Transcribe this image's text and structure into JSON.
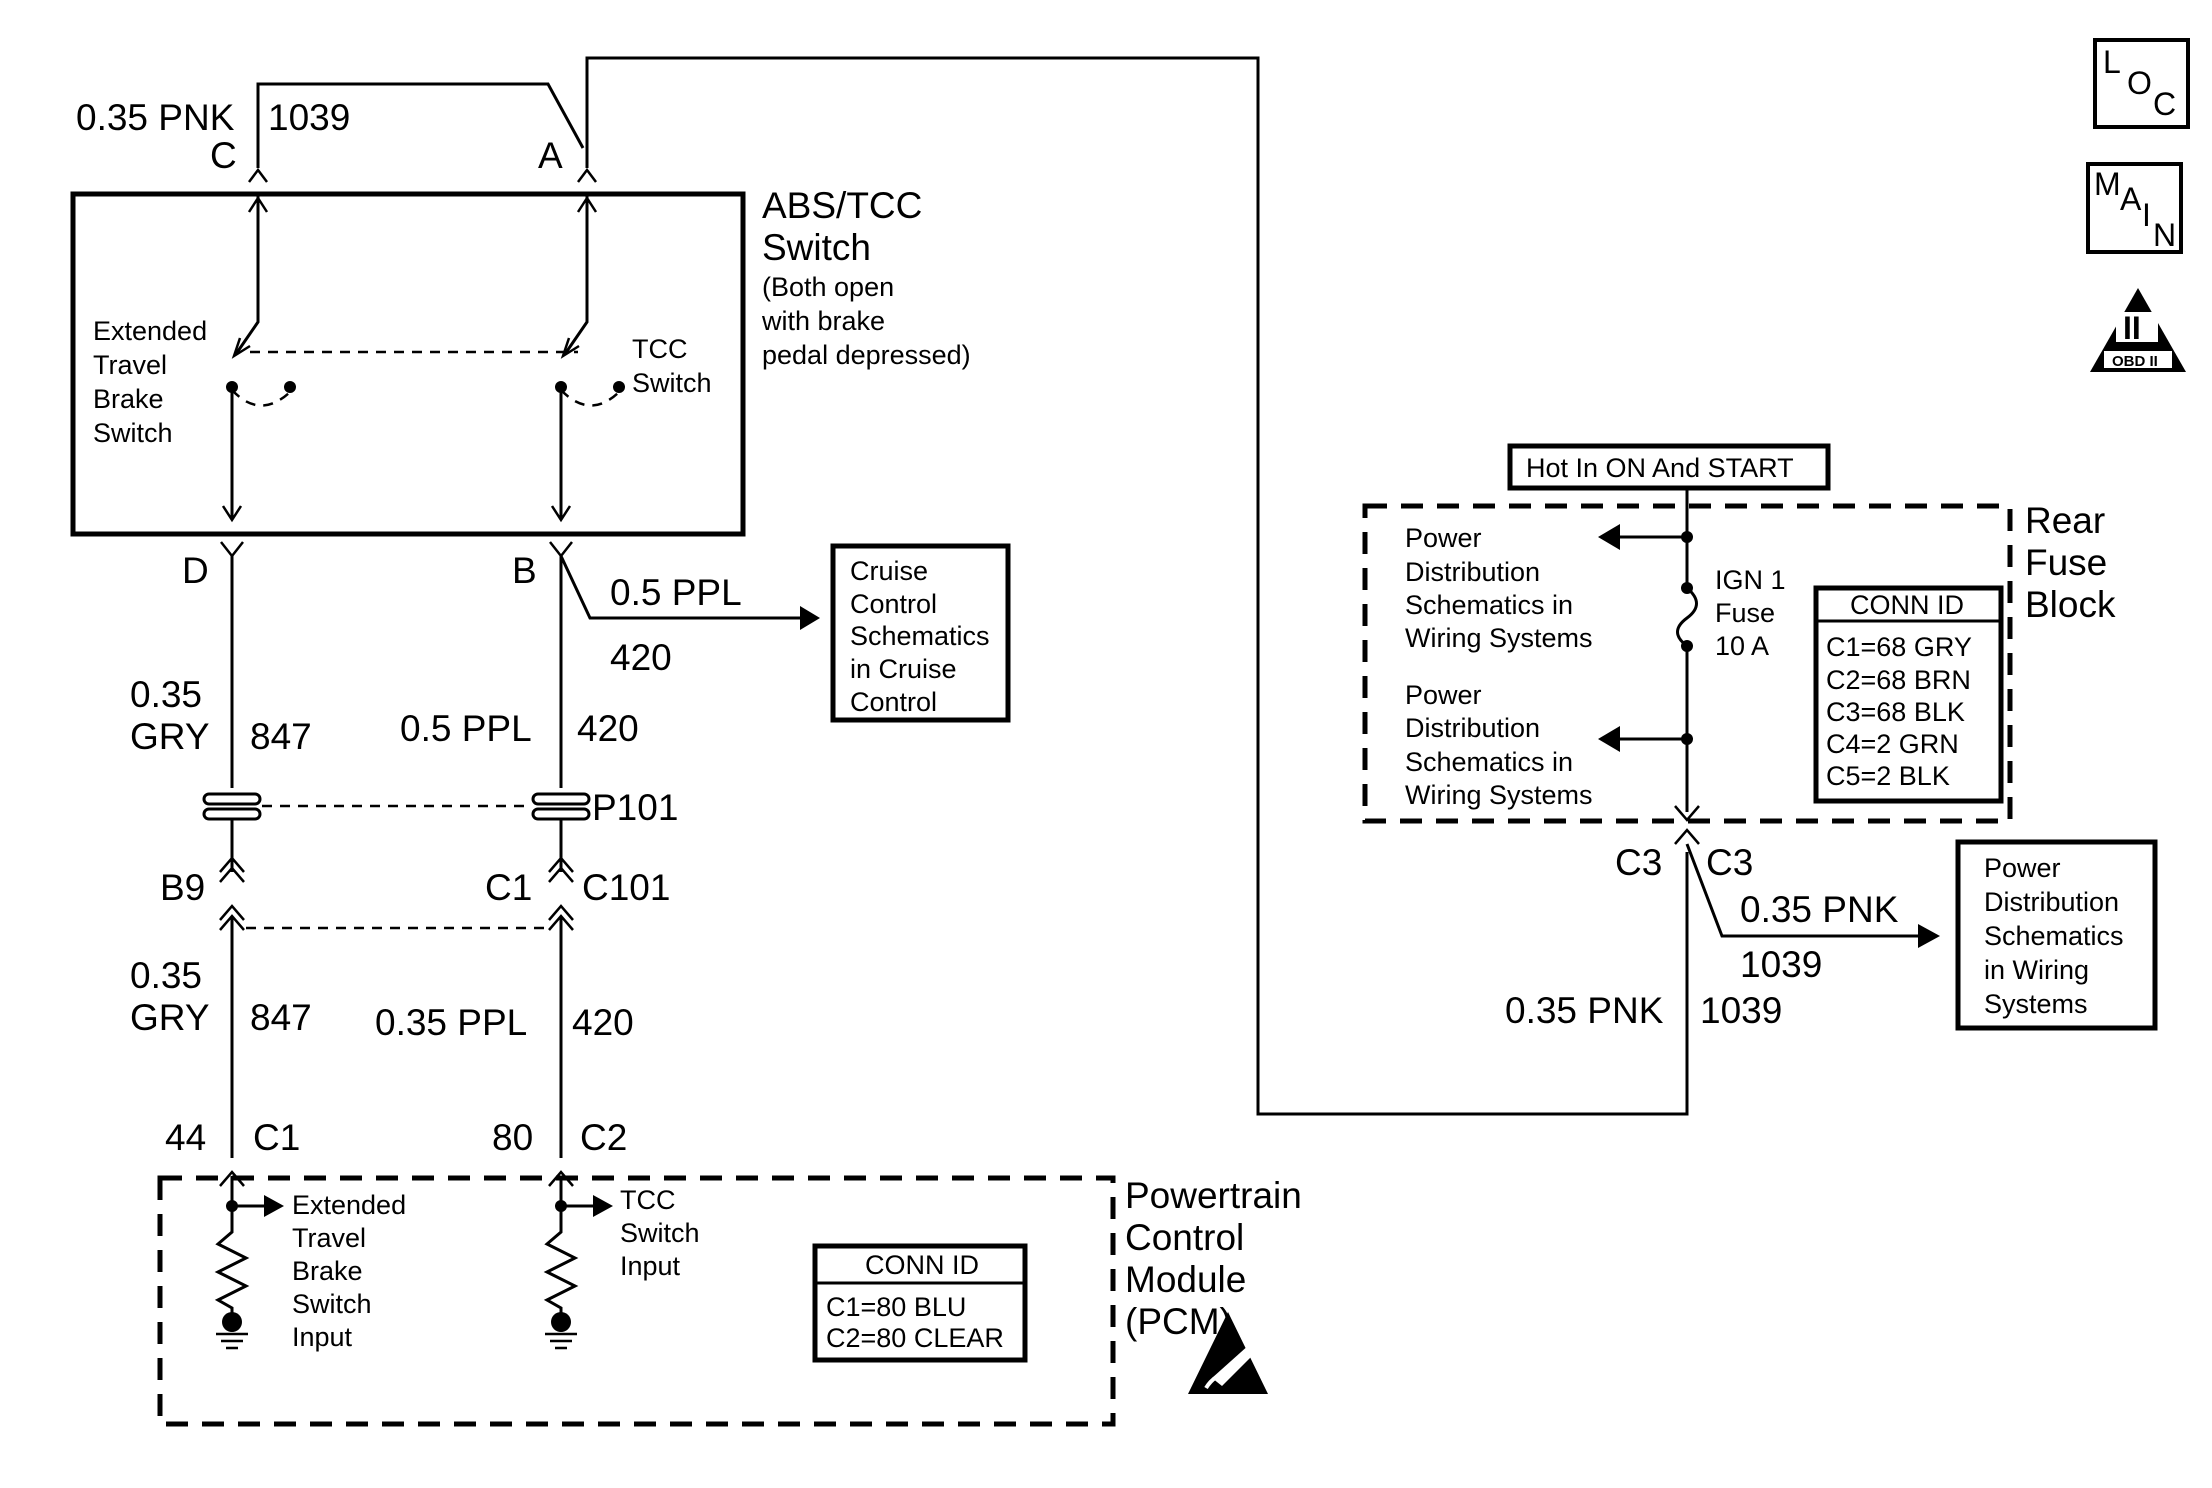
{
  "splice_top": {
    "gauge": "0.35 PNK",
    "circuit": "1039",
    "pin_c": "C",
    "pin_a": "A"
  },
  "abs_switch": {
    "title_1": "ABS/TCC",
    "title_2": "Switch",
    "note_1": "(Both open",
    "note_2": "with brake",
    "note_3": "pedal depressed)",
    "ext_label": [
      "Extended",
      "Travel",
      "Brake",
      "Switch"
    ],
    "tcc_label": [
      "TCC",
      "Switch"
    ],
    "pin_d": "D",
    "pin_b": "B"
  },
  "cruise": {
    "gauge": "0.5 PPL",
    "circuit": "420",
    "box_text": [
      "Cruise",
      "Control",
      "Schematics",
      "in Cruise",
      "Control"
    ]
  },
  "wires_upper": {
    "left_gauge_1": "0.35",
    "left_gauge_2": "GRY",
    "left_circuit": "847",
    "right_gauge": "0.5 PPL",
    "right_circuit": "420",
    "connector": "P101"
  },
  "connector_c101": {
    "left_pin": "B9",
    "right_pin": "C1",
    "name": "C101"
  },
  "wires_lower": {
    "left_gauge_1": "0.35",
    "left_gauge_2": "GRY",
    "left_circuit": "847",
    "right_gauge": "0.35 PPL",
    "right_circuit": "420"
  },
  "pcm_pins": {
    "left_pin": "44",
    "left_conn": "C1",
    "right_pin": "80",
    "right_conn": "C2"
  },
  "pcm": {
    "title": [
      "Powertrain",
      "Control",
      "Module",
      "(PCM)"
    ],
    "ext_input": [
      "Extended",
      "Travel",
      "Brake",
      "Switch",
      "Input"
    ],
    "tcc_input": [
      "TCC",
      "Switch",
      "Input"
    ],
    "conn_id_title": "CONN ID",
    "conn_id": [
      "C1=80 BLU",
      "C2=80 CLEAR"
    ]
  },
  "fuse_block": {
    "hot_label": "Hot In ON And START",
    "title": [
      "Rear",
      "Fuse",
      "Block"
    ],
    "pd_1": [
      "Power",
      "Distribution",
      "Schematics in",
      "Wiring Systems"
    ],
    "pd_2": [
      "Power",
      "Distribution",
      "Schematics in",
      "Wiring Systems"
    ],
    "fuse": [
      "IGN 1",
      "Fuse",
      "10 A"
    ],
    "conn_id_title": "CONN ID",
    "conn_id": [
      "C1=68 GRY",
      "C2=68 BRN",
      "C3=68 BLK",
      "C4=2 GRN",
      "C5=2 BLK"
    ],
    "pin_left": "C3",
    "pin_right": "C3"
  },
  "pd_out": {
    "gauge": "0.35 PNK",
    "circuit": "1039",
    "box_text": [
      "Power",
      "Distribution",
      "Schematics",
      "in Wiring",
      "Systems"
    ]
  },
  "fuse_out_wire": {
    "gauge": "0.35 PNK",
    "circuit": "1039"
  },
  "side_icons": {
    "loc": [
      "L",
      "O",
      "C"
    ],
    "main": [
      "M",
      "A",
      "I",
      "N"
    ],
    "obd_roman": "II",
    "obd_text": "OBD II"
  }
}
